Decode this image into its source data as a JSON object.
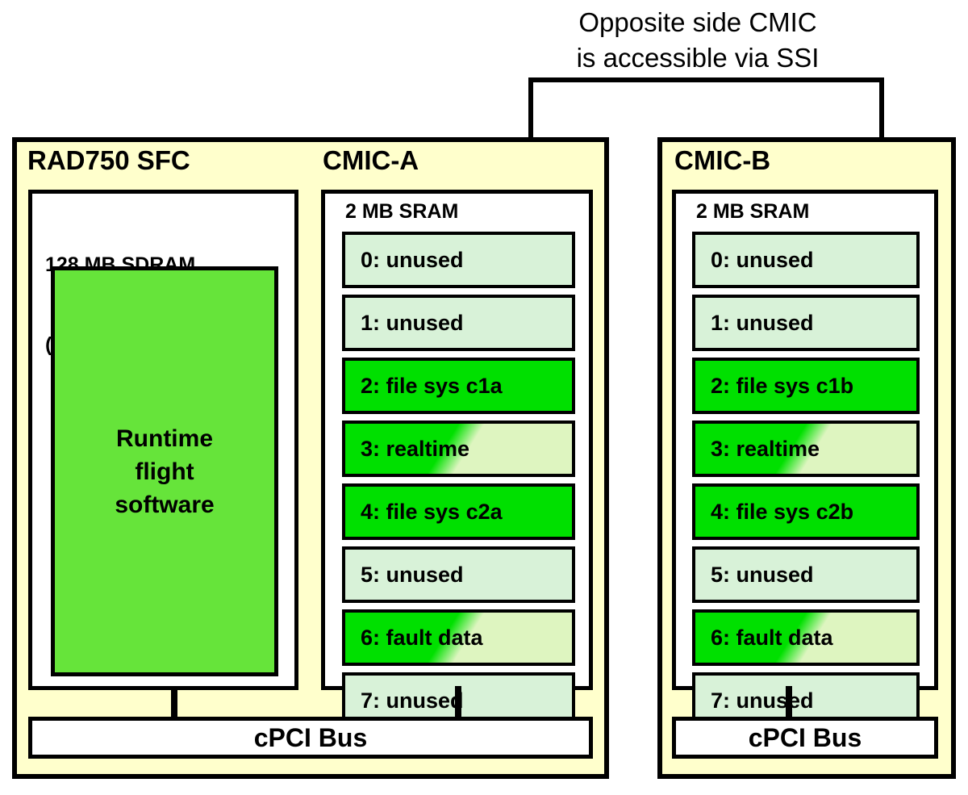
{
  "annotation": {
    "line1": "Opposite side CMIC",
    "line2": "is accessible via SSI"
  },
  "colors": {
    "board_fill": "#FFFFCC",
    "bank_unused": "#D8F2D8",
    "bank_active": "#00E000",
    "bank_gradient_pale": "#DEF5C0",
    "runtime_fill": "#66E43A",
    "box_fill": "#FFFFFF",
    "line": "#000000"
  },
  "left_board": {
    "cpu_title": "RAD750 SFC",
    "cmic_title": "CMIC-A",
    "sdram": {
      "label_line1": "128 MB SDRAM",
      "label_line2": "(w/ EDAC)",
      "runtime_line1": "Runtime",
      "runtime_line2": "flight",
      "runtime_line3": "software"
    },
    "sram": {
      "label": "2 MB SRAM",
      "banks": [
        {
          "label": "0: unused",
          "style": "unused"
        },
        {
          "label": "1: unused",
          "style": "unused"
        },
        {
          "label": "2: file sys c1a",
          "style": "active"
        },
        {
          "label": "3: realtime",
          "style": "gradient"
        },
        {
          "label": "4: file sys c2a",
          "style": "active"
        },
        {
          "label": "5: unused",
          "style": "unused"
        },
        {
          "label": "6: fault data",
          "style": "gradient"
        },
        {
          "label": "7: unused",
          "style": "unused"
        }
      ]
    },
    "bus_label": "cPCI Bus"
  },
  "right_board": {
    "cmic_title": "CMIC-B",
    "sram": {
      "label": "2 MB SRAM",
      "banks": [
        {
          "label": "0: unused",
          "style": "unused"
        },
        {
          "label": "1: unused",
          "style": "unused"
        },
        {
          "label": "2: file sys c1b",
          "style": "active"
        },
        {
          "label": "3: realtime",
          "style": "gradient"
        },
        {
          "label": "4: file sys c2b",
          "style": "active"
        },
        {
          "label": "5: unused",
          "style": "unused"
        },
        {
          "label": "6: fault data",
          "style": "gradient"
        },
        {
          "label": "7: unused",
          "style": "unused"
        }
      ]
    },
    "bus_label": "cPCI Bus"
  }
}
